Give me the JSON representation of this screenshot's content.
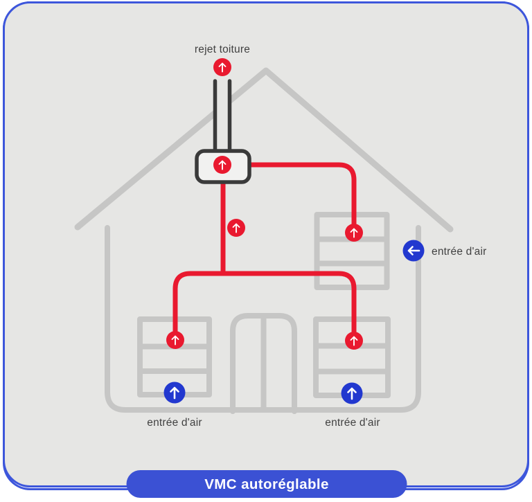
{
  "badge": {
    "label": "VMC autoréglable"
  },
  "labels": {
    "roof_exhaust": "rejet toiture",
    "air_inlet": "entrée d'air"
  },
  "icons": {
    "up_arrow": "↑",
    "left_arrow": "←"
  },
  "colors": {
    "panel_background": "#E6E6E4",
    "panel_border_blue": "#3D56DB",
    "house_gray": "#C6C6C5",
    "dark_gray": "#3A3A3A",
    "duct_red": "#E9192F",
    "inlet_blue": "#2238CF",
    "badge_blue": "#3B51D4",
    "label_text": "#414141",
    "badge_text": "#FFFFFF"
  }
}
